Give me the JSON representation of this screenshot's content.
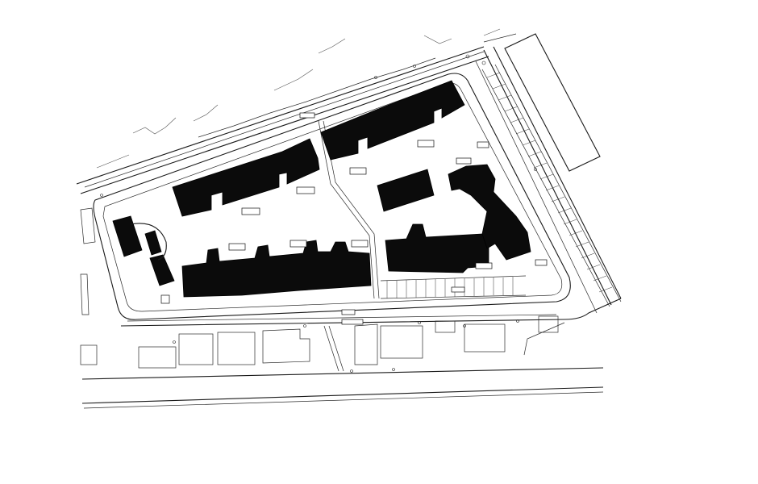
{
  "plan": {
    "type": "site plan",
    "colors": {
      "ink": "#0b0b0b",
      "background": "#ffffff"
    },
    "building_blocks": 8,
    "parking_rows": 2
  }
}
